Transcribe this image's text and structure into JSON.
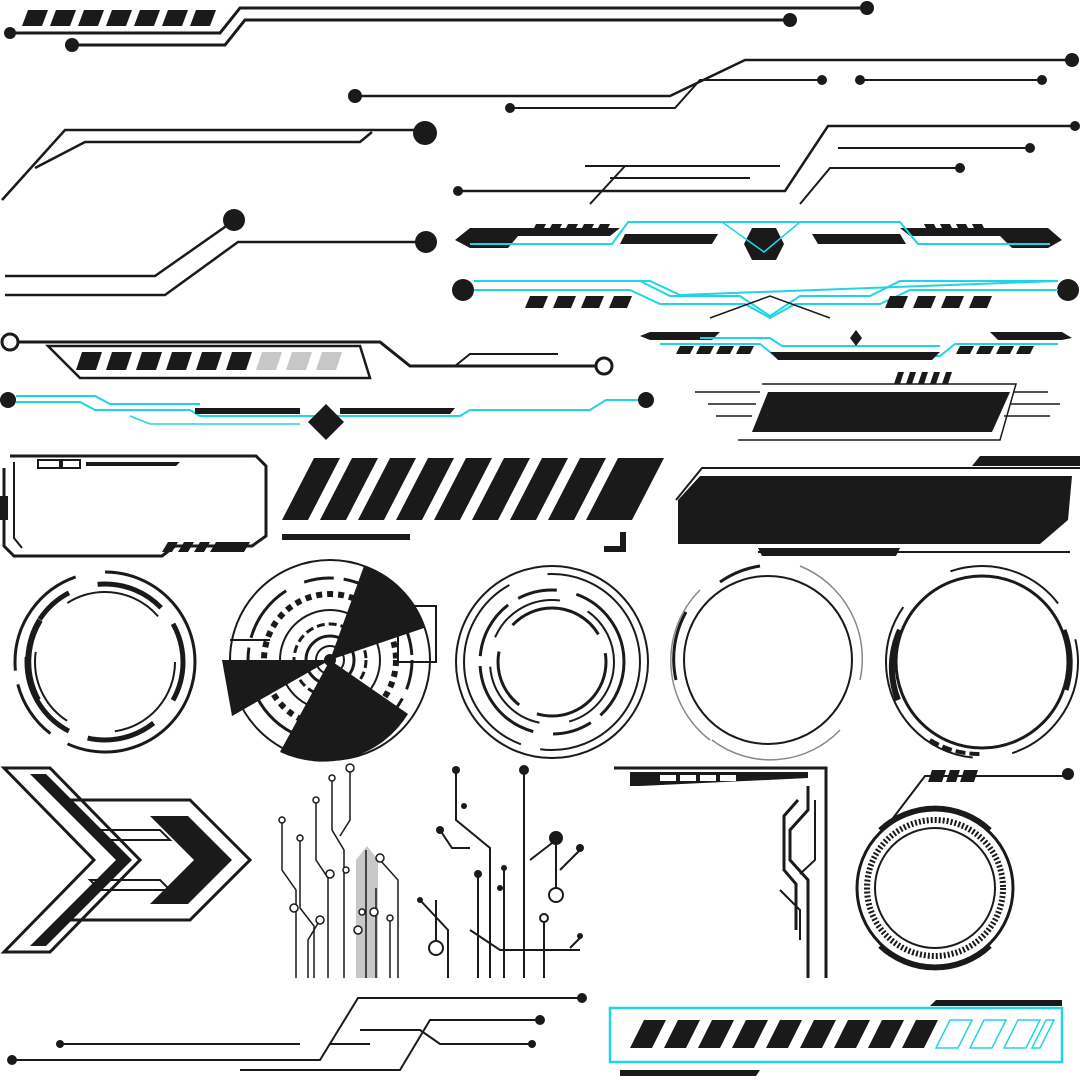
{
  "colors": {
    "ink": "#1a1a1a",
    "accent_cyan": "#20d4e8",
    "muted_gray": "#c8c8c8",
    "background": "#ffffff"
  },
  "progress_bars": [
    {
      "name": "loading-bar-top",
      "filled_segments": 6,
      "total_segments": 9
    },
    {
      "name": "loading-bar-bottom",
      "filled_segments": 9,
      "total_segments": 13
    }
  ],
  "icons": [
    "circuit-line",
    "hud-ring",
    "radar-dial",
    "chevron-arrow",
    "circuit-tree",
    "corner-bracket",
    "stripe-banner",
    "hud-frame"
  ]
}
